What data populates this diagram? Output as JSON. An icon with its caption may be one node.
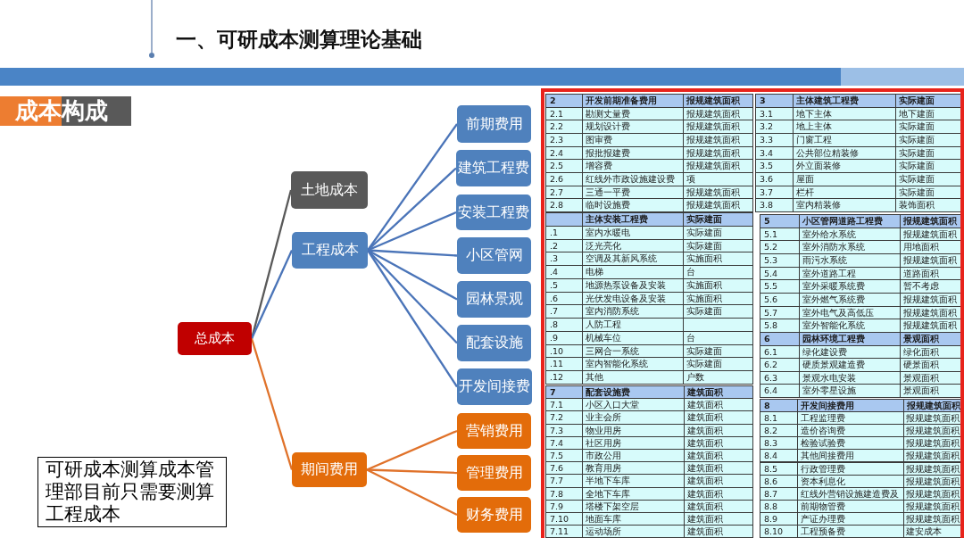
{
  "diagram": {
    "title": "一、可研成本测算理论基础",
    "nodes": [
      {
        "text": [
          "总成本"
        ]
      },
      {
        "text": [
          "土地成本"
        ]
      },
      {
        "text": [
          "工程成本"
        ]
      },
      {
        "text": [
          "期间费用"
        ]
      },
      {
        "text": [
          "前期费用"
        ]
      },
      {
        "text": [
          "建筑工程费"
        ]
      },
      {
        "text": [
          "安装工程费"
        ]
      },
      {
        "text": [
          "小区管网"
        ]
      },
      {
        "text": [
          "园林景观"
        ]
      },
      {
        "text": [
          "配套设施"
        ]
      },
      {
        "text": [
          "开发间接费"
        ]
      },
      {
        "text": [
          "营销费用"
        ]
      },
      {
        "text": [
          "管理费用"
        ]
      },
      {
        "text": [
          "财务费用"
        ]
      },
      {
        "text": [
          "可研成本测算成本管理部目前只需要测算工程成本"
        ]
      }
    ],
    "edges": [
      {
        "from": 0,
        "to": 1,
        "arrow": "none",
        "color": "#595959"
      },
      {
        "from": 0,
        "to": 2,
        "arrow": "none"
      },
      {
        "from": 0,
        "to": 3,
        "arrow": "none",
        "color": "#e0722a"
      },
      {
        "from": 2,
        "to": 4,
        "arrow": "none"
      },
      {
        "from": 2,
        "to": 5,
        "arrow": "none"
      },
      {
        "from": 2,
        "to": 6,
        "arrow": "none"
      },
      {
        "from": 2,
        "to": 7,
        "arrow": "none"
      },
      {
        "from": 2,
        "to": 8,
        "arrow": "none"
      },
      {
        "from": 2,
        "to": 9,
        "arrow": "none"
      },
      {
        "from": 2,
        "to": 10,
        "arrow": "none"
      },
      {
        "from": 3,
        "to": 11,
        "arrow": "none",
        "color": "#e0722a"
      },
      {
        "from": 3,
        "to": 12,
        "arrow": "none",
        "color": "#e0722a"
      },
      {
        "from": 3,
        "to": 13,
        "arrow": "none",
        "color": "#e0722a"
      }
    ],
    "labels": [
      "成本构成",
      "2",
      "开发前期准备费用",
      "报规建筑面积",
      "2.1",
      "勘测丈量费",
      "报规建筑面积",
      "2.2",
      "规划设计费",
      "报规建筑面积",
      "2.3",
      "图审费",
      "报规建筑面积",
      "2.4",
      "报批报建费",
      "报规建筑面积",
      "2.5",
      "增容费",
      "报规建筑面积",
      "2.6",
      "红线外市政设施建设费",
      "项",
      "2.7",
      "三通一平费",
      "报规建筑面积",
      "2.8",
      "临时设施费",
      "报规建筑面积",
      "3",
      "主体建筑工程费",
      "实际建面",
      "3.1",
      "地下主体",
      "地下建面",
      "3.2",
      "地上主体",
      "实际建面",
      "3.3",
      "门窗工程",
      "实际建面",
      "3.4",
      "公共部位精装修",
      "实际建面",
      "3.5",
      "外立面装修",
      "实际建面",
      "3.6",
      "屋面",
      "实际建面",
      "3.7",
      "栏杆",
      "实际建面",
      "3.8",
      "室内精装修",
      "装饰面积",
      "主体安装工程费",
      "实际建面",
      ".1",
      "室内水暖电",
      "实际建面",
      ".2",
      "泛光亮化",
      "实际建面",
      ".3",
      "空调及其新风系统",
      "实施面积",
      ".4",
      "电梯",
      "台",
      ".5",
      "地源热泵设备及安装",
      "实施面积",
      ".6",
      "光伏发电设备及安装",
      "实施面积",
      ".7",
      "室内消防系统",
      "实际建面",
      ".8",
      "人防工程",
      ".9",
      "机械车位",
      "台",
      ".10",
      "三网合一系统",
      "实际建面",
      ".11",
      "室内智能化系统",
      "实际建面",
      ".12",
      "其他",
      "户数",
      "5",
      "小区管网道路工程费",
      "报规建筑面积",
      "5.1",
      "室外给水系统",
      "报规建筑面积",
      "5.2",
      "室外消防水系统",
      "用地面积",
      "5.3",
      "雨污水系统",
      "报规建筑面积",
      "5.4",
      "室外道路工程",
      "道路面积",
      "5.5",
      "室外采暖系统费",
      "暂不考虑",
      "5.6",
      "室外燃气系统费",
      "报规建筑面积",
      "5.7",
      "室外电气及高低压",
      "报规建筑面积",
      "5.8",
      "室外智能化系统",
      "报规建筑面积",
      "6",
      "园林环境工程费",
      "景观面积",
      "6.1",
      "绿化建设费",
      "绿化面积",
      "6.2",
      "硬质景观建造费",
      "硬景面积",
      "6.3",
      "景观水电安装",
      "景观面积",
      "6.4",
      "室外零星设施",
      "景观面积",
      "7",
      "配套设施费",
      "建筑面积",
      "7.1",
      "小区入口大堂",
      "建筑面积",
      "7.2",
      "业主会所",
      "建筑面积",
      "7.3",
      "物业用房",
      "建筑面积",
      "7.4",
      "社区用房",
      "建筑面积",
      "7.5",
      "市政公用",
      "建筑面积",
      "7.6",
      "教育用房",
      "建筑面积",
      "7.7",
      "半地下车库",
      "建筑面积",
      "7.8",
      "全地下车库",
      "建筑面积",
      "7.9",
      "塔楼下架空层",
      "建筑面积",
      "7.10",
      "地面车库",
      "建筑面积",
      "7.11",
      "运动场所",
      "建筑面积",
      "8",
      "开发间接费用",
      "报规建筑面积",
      "8.1",
      "工程监理费",
      "报规建筑面积",
      "8.2",
      "造价咨询费",
      "报规建筑面积",
      "8.3",
      "检验试验费",
      "报规建筑面积",
      "8.4",
      "其他间接费用",
      "报规建筑面积",
      "8.5",
      "行政管理费",
      "报规建筑面积",
      "8.6",
      "资本利息化",
      "报规建筑面积",
      "8.7",
      "红线外营销设施建造费及",
      "报规建筑面积",
      "8.8",
      "前期物管费",
      "报规建筑面积",
      "8.9",
      "产证办理费",
      "报规建筑面积",
      "8.10",
      "工程预备费",
      "建安成本"
    ]
  }
}
